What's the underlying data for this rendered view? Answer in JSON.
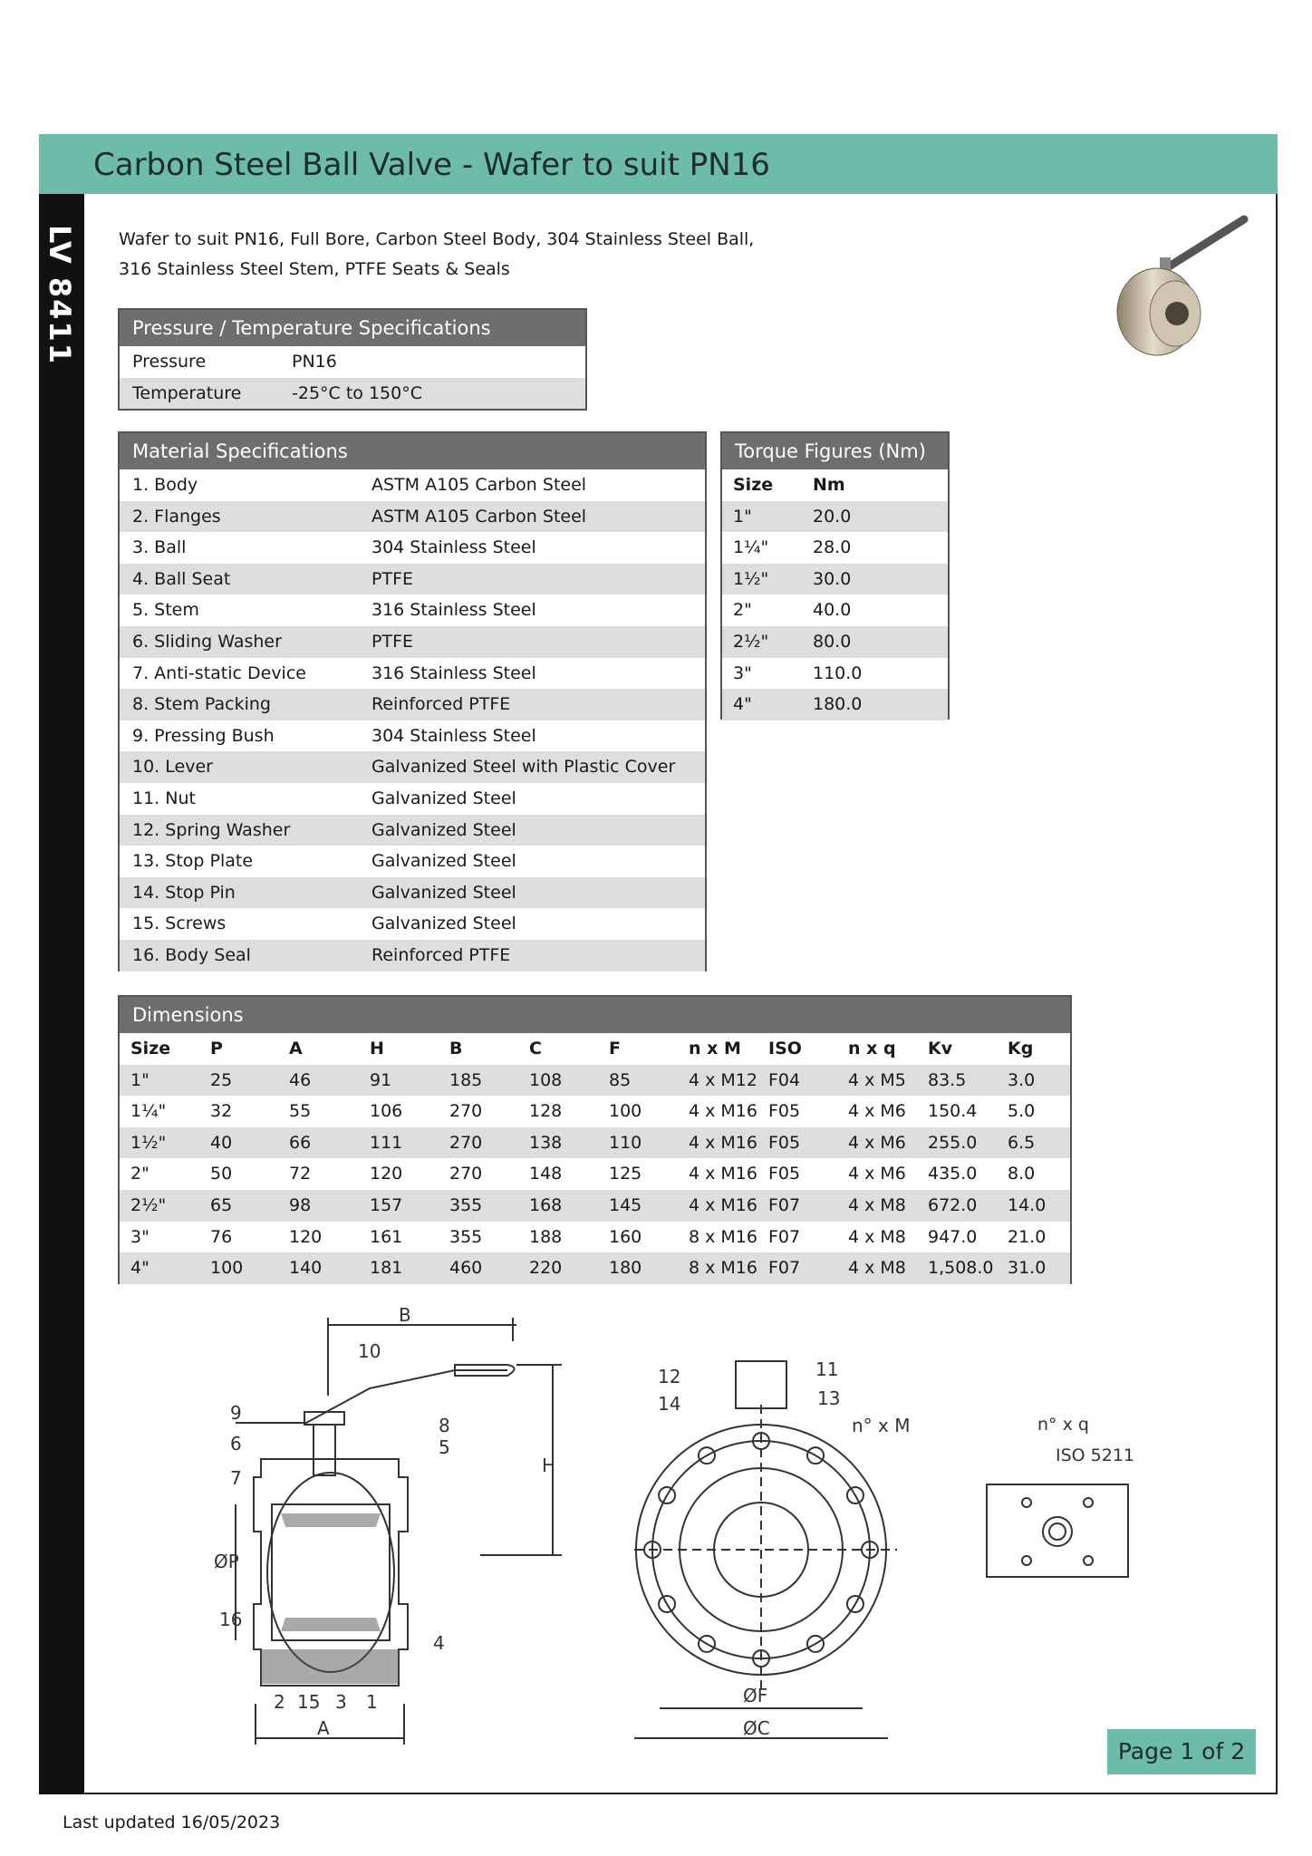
{
  "title": "Carbon Steel Ball Valve - Wafer to suit PN16",
  "side_label": "LV 8411",
  "intro": {
    "line1": "Wafer to suit PN16, Full Bore, Carbon Steel Body, 304 Stainless Steel Ball,",
    "line2": "316 Stainless Steel Stem, PTFE Seats & Seals"
  },
  "pressure_table": {
    "heading": "Pressure / Temperature Specifications",
    "rows": [
      {
        "label": "Pressure",
        "value": "PN16"
      },
      {
        "label": "Temperature",
        "value": "-25°C to 150°C"
      }
    ]
  },
  "material_table": {
    "heading": "Material Specifications",
    "rows": [
      {
        "part": "1. Body",
        "material": "ASTM A105 Carbon Steel"
      },
      {
        "part": "2. Flanges",
        "material": "ASTM A105 Carbon Steel"
      },
      {
        "part": "3. Ball",
        "material": "304 Stainless Steel"
      },
      {
        "part": "4. Ball Seat",
        "material": "PTFE"
      },
      {
        "part": "5. Stem",
        "material": "316 Stainless Steel"
      },
      {
        "part": "6. Sliding Washer",
        "material": "PTFE"
      },
      {
        "part": "7. Anti-static Device",
        "material": "316 Stainless Steel"
      },
      {
        "part": "8. Stem Packing",
        "material": "Reinforced PTFE"
      },
      {
        "part": "9. Pressing Bush",
        "material": "304 Stainless Steel"
      },
      {
        "part": "10. Lever",
        "material": "Galvanized Steel with Plastic Cover"
      },
      {
        "part": "11. Nut",
        "material": "Galvanized Steel"
      },
      {
        "part": "12. Spring Washer",
        "material": "Galvanized Steel"
      },
      {
        "part": "13. Stop Plate",
        "material": "Galvanized Steel"
      },
      {
        "part": "14. Stop Pin",
        "material": "Galvanized Steel"
      },
      {
        "part": "15. Screws",
        "material": "Galvanized Steel"
      },
      {
        "part": "16. Body Seal",
        "material": "Reinforced PTFE"
      }
    ]
  },
  "torque_table": {
    "heading": "Torque Figures (Nm)",
    "columns": [
      "Size",
      "Nm"
    ],
    "rows": [
      [
        "1\"",
        "20.0"
      ],
      [
        "1¼\"",
        "28.0"
      ],
      [
        "1½\"",
        "30.0"
      ],
      [
        "2\"",
        "40.0"
      ],
      [
        "2½\"",
        "80.0"
      ],
      [
        "3\"",
        "110.0"
      ],
      [
        "4\"",
        "180.0"
      ]
    ]
  },
  "dimensions_table": {
    "heading": "Dimensions",
    "columns": [
      "Size",
      "P",
      "A",
      "H",
      "B",
      "C",
      "F",
      "n x M",
      "ISO",
      "n x q",
      "Kv",
      "Kg"
    ],
    "rows": [
      [
        "1\"",
        "25",
        "46",
        "91",
        "185",
        "108",
        "85",
        "4 x M12",
        "F04",
        "4 x M5",
        "83.5",
        "3.0"
      ],
      [
        "1¼\"",
        "32",
        "55",
        "106",
        "270",
        "128",
        "100",
        "4 x M16",
        "F05",
        "4 x M6",
        "150.4",
        "5.0"
      ],
      [
        "1½\"",
        "40",
        "66",
        "111",
        "270",
        "138",
        "110",
        "4 x M16",
        "F05",
        "4 x M6",
        "255.0",
        "6.5"
      ],
      [
        "2\"",
        "50",
        "72",
        "120",
        "270",
        "148",
        "125",
        "4 x M16",
        "F05",
        "4 x M6",
        "435.0",
        "8.0"
      ],
      [
        "2½\"",
        "65",
        "98",
        "157",
        "355",
        "168",
        "145",
        "4 x M16",
        "F07",
        "4 x M8",
        "672.0",
        "14.0"
      ],
      [
        "3\"",
        "76",
        "120",
        "161",
        "355",
        "188",
        "160",
        "8 x M16",
        "F07",
        "4 x M8",
        "947.0",
        "21.0"
      ],
      [
        "4\"",
        "100",
        "140",
        "181",
        "460",
        "220",
        "180",
        "8 x M16",
        "F07",
        "4 x M8",
        "1,508.0",
        "31.0"
      ]
    ]
  },
  "drawing": {
    "side_labels": {
      "b": "B",
      "h": "H",
      "p": "ØP",
      "a": "A",
      "n10": "10",
      "n9": "9",
      "n8": "8",
      "n6": "6",
      "n5": "5",
      "n7": "7",
      "n16": "16",
      "n4": "4",
      "n2": "2",
      "n15": "15",
      "n3": "3",
      "n1": "1"
    },
    "front_labels": {
      "n12": "12",
      "n14": "14",
      "n11": "11",
      "n13": "13",
      "nxm": "n° x M",
      "f": "ØF",
      "c": "ØC"
    },
    "iso_labels": {
      "nxq": "n° x q",
      "iso": "ISO 5211"
    }
  },
  "page_badge": "Page 1 of 2",
  "footer": "Last updated 16/05/2023",
  "colors": {
    "accent": "#6dbcaa",
    "header_grey": "#6e6e6e",
    "row_alt": "#dedede",
    "sidebar": "#111111"
  }
}
